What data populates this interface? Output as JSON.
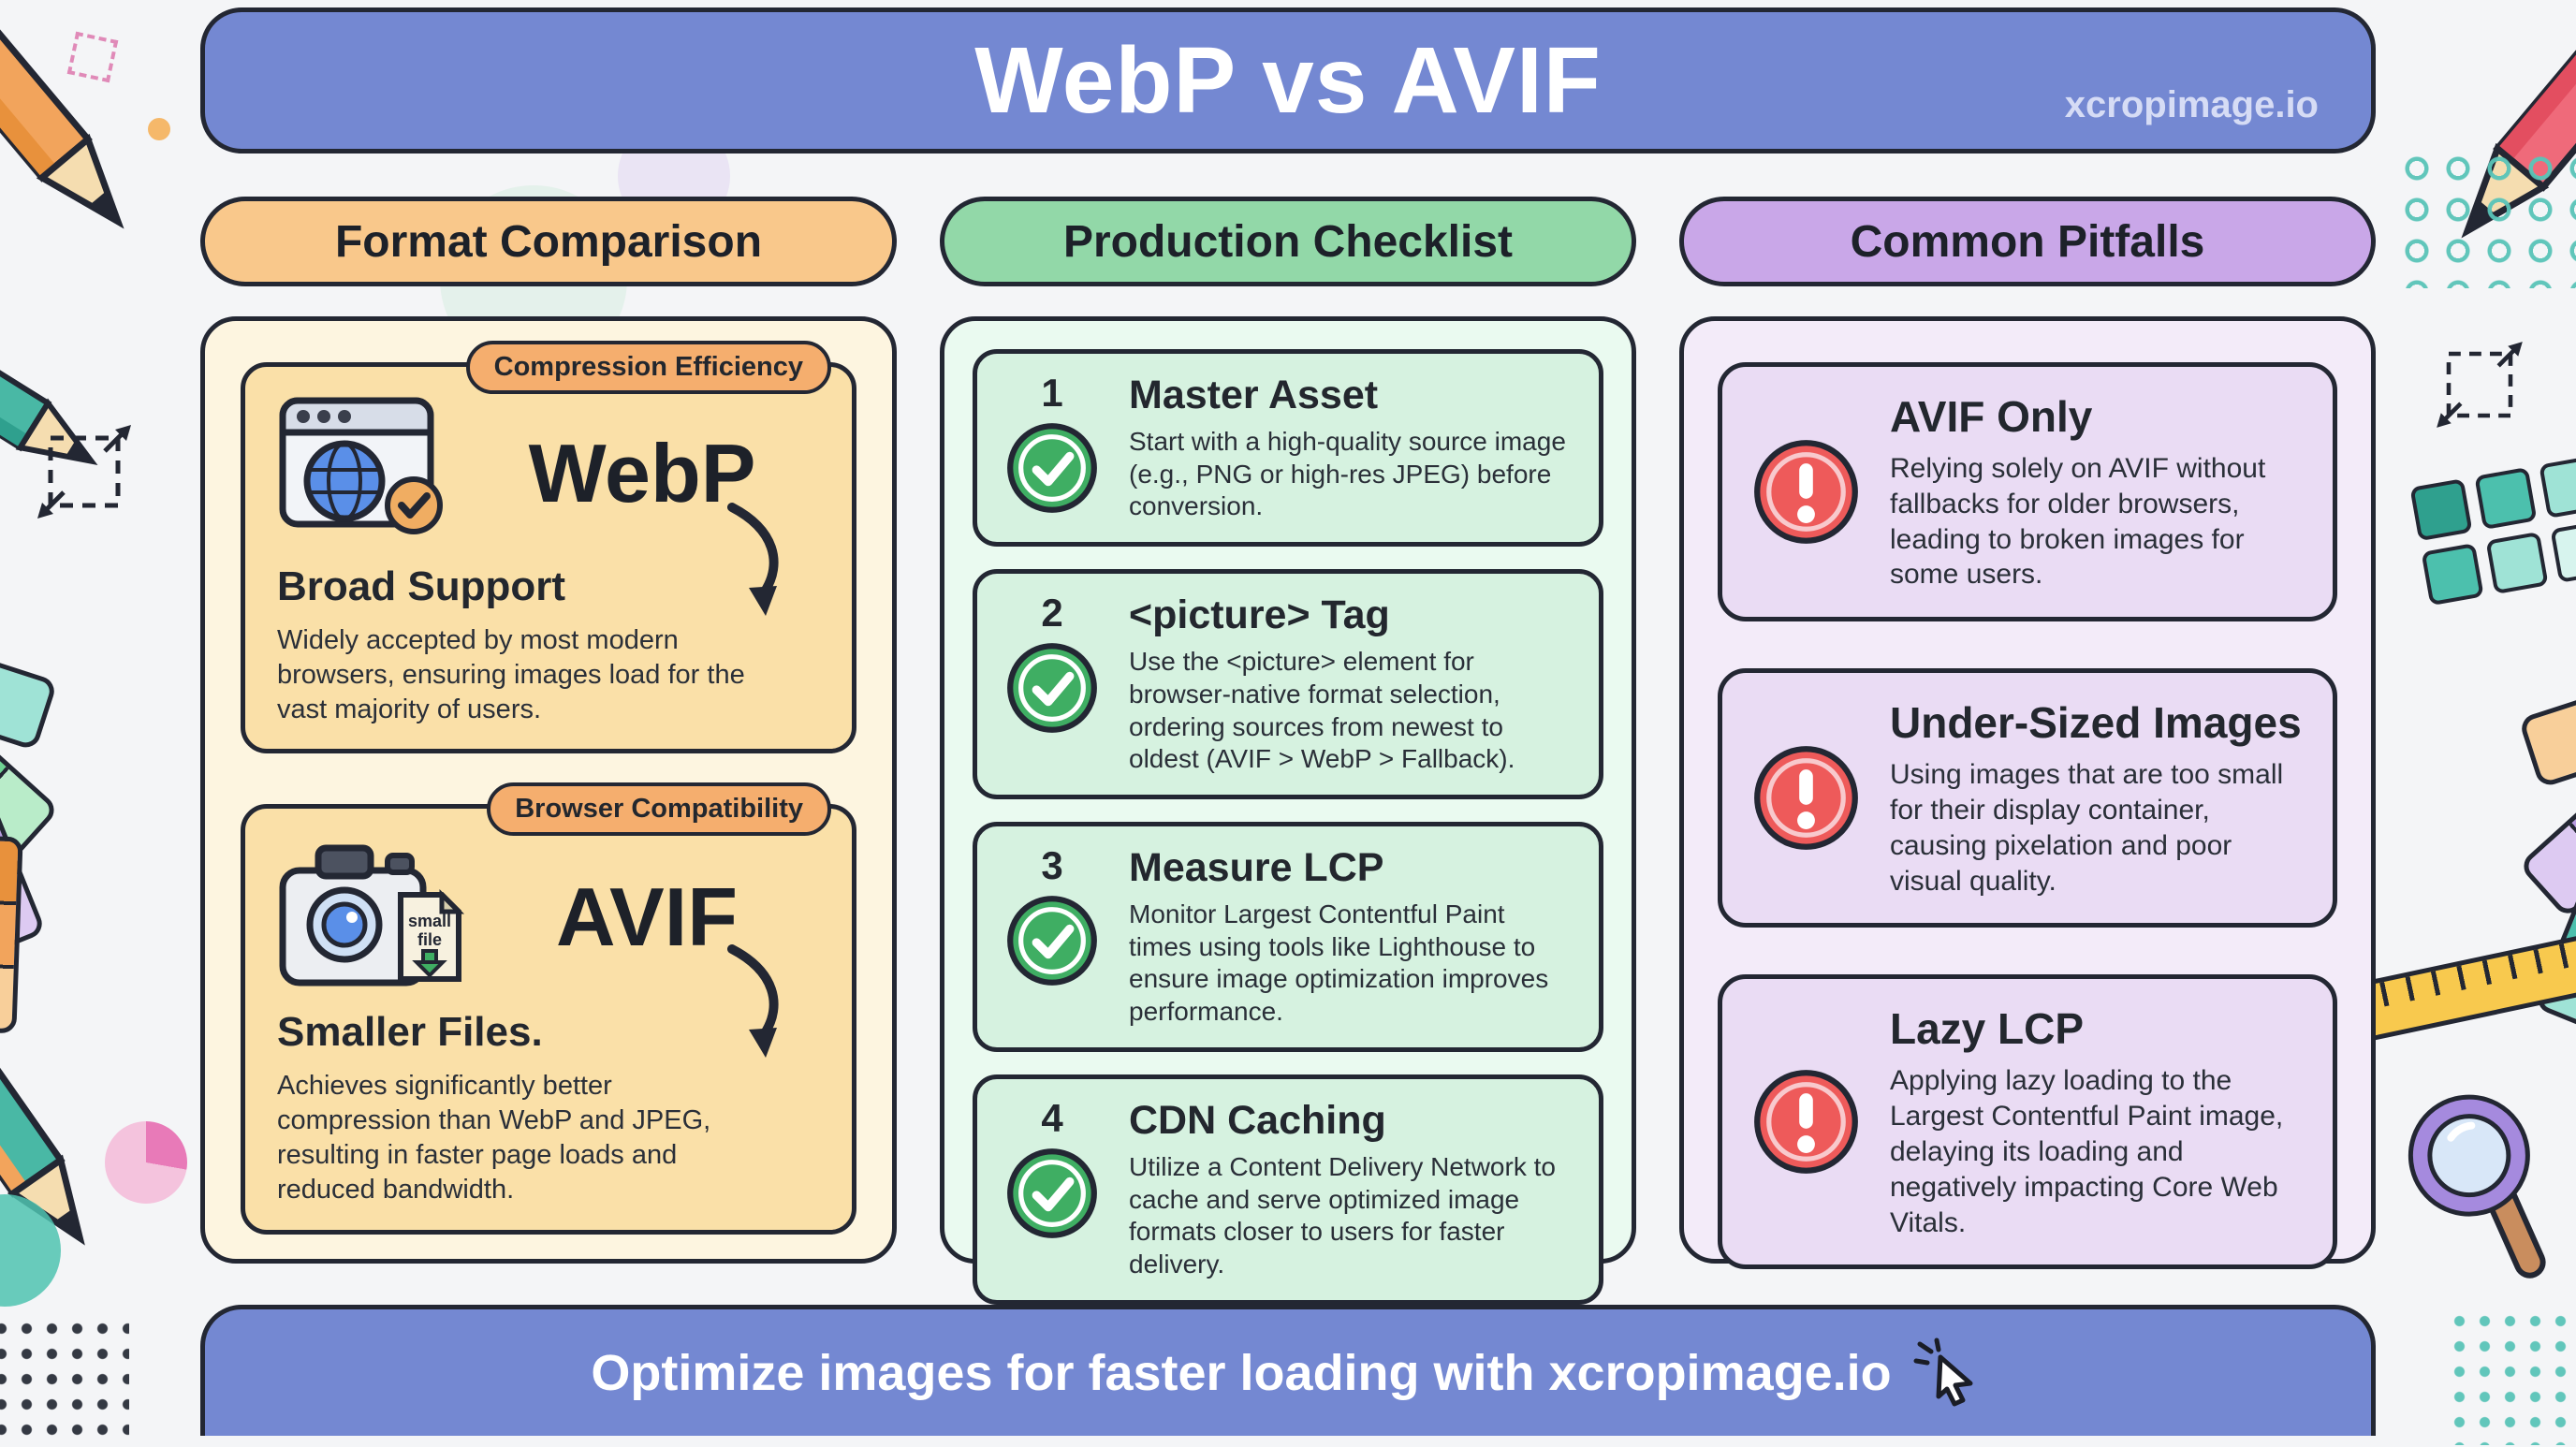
{
  "header": {
    "title": "WebP vs AVIF",
    "brand": "xcropimage.io"
  },
  "format_comparison": {
    "label": "Format Comparison",
    "cards": [
      {
        "badge": "Compression Efficiency",
        "icon": "browser-globe-check-icon",
        "title": "WebP",
        "subtitle": "Broad Support",
        "text": "Widely accepted by most modern browsers, ensuring images load for the vast majority of users."
      },
      {
        "badge": "Browser Compatibility",
        "icon": "camera-small-file-icon",
        "icon_label_line1": "small",
        "icon_label_line2": "file",
        "title": "AVIF",
        "subtitle": "Smaller Files.",
        "text": "Achieves significantly better compression than WebP and JPEG, resulting in faster page loads and reduced bandwidth."
      }
    ]
  },
  "production_checklist": {
    "label": "Production Checklist",
    "items": [
      {
        "number": "1",
        "title": "Master Asset",
        "text": "Start with a high-quality source image (e.g., PNG or high-res JPEG) before conversion."
      },
      {
        "number": "2",
        "title": "<picture> Tag",
        "text": "Use the <picture> element for browser-native format selection, ordering sources from newest to oldest (AVIF > WebP > Fallback)."
      },
      {
        "number": "3",
        "title": "Measure LCP",
        "text": "Monitor Largest Contentful Paint times using tools like Lighthouse to ensure image optimization improves performance."
      },
      {
        "number": "4",
        "title": "CDN Caching",
        "text": "Utilize a Content Delivery Network to cache and serve optimized image formats closer to users for faster delivery."
      }
    ]
  },
  "common_pitfalls": {
    "label": "Common Pitfalls",
    "items": [
      {
        "title": "AVIF Only",
        "text": "Relying solely on AVIF without fallbacks for older browsers, leading to broken images for some users."
      },
      {
        "title": "Under-Sized Images",
        "text": "Using images that are too small for their display container, causing pixelation and poor visual quality."
      },
      {
        "title": "Lazy LCP",
        "text": "Applying lazy loading to the Largest Contentful Paint image, delaying its loading and negatively impacting Core Web Vitals."
      }
    ]
  },
  "footer": {
    "text": "Optimize images for faster loading with xcropimage.io",
    "icon": "cursor-icon"
  },
  "colors": {
    "banner_blue": "#7488d2",
    "outline_dark": "#232733",
    "orange_header": "#f9c88b",
    "orange_card": "#fae0a8",
    "orange_badge": "#f5ae6e",
    "cream_panel": "#fdf5e0",
    "green_header": "#92d8a8",
    "green_panel": "#eafaf0",
    "green_card": "#d6f2e0",
    "check_green": "#3fae63",
    "purple_header": "#c9a7e8",
    "purple_panel": "#f3ebf9",
    "purple_card": "#eadcf4",
    "warning_red": "#ee5a5a"
  }
}
